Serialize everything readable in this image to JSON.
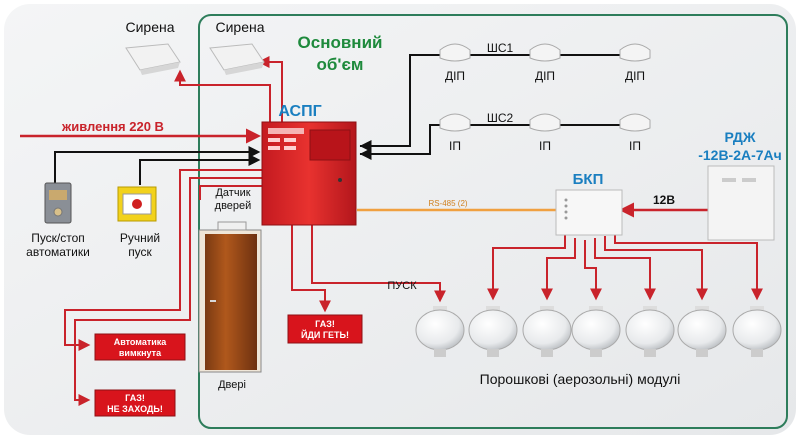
{
  "labels": {
    "siren1": "Сирена",
    "siren2": "Сирена",
    "room_title_line1": "Основний",
    "room_title_line2": "об'єм",
    "aspg": "АСПГ",
    "power": "живлення 220 В",
    "shs1": "ШС1",
    "shs2": "ШС2",
    "dip": "ДІП",
    "ip": "ІП",
    "door_sensor_line1": "Датчик",
    "door_sensor_line2": "дверей",
    "bkp": "БКП",
    "rdzh_line1": "РДЖ",
    "rdzh_line2": "-12В-2А-7Ач",
    "rs485": "RS-485 (2)",
    "v12": "12В",
    "start_stop_line1": "Пуск/стоп",
    "start_stop_line2": "автоматики",
    "manual_line1": "Ручний",
    "manual_line2": "пуск",
    "pusk": "ПУСК",
    "doors": "Двері",
    "modules": "Порошкові (аерозольні) модулі"
  },
  "signs": {
    "gas_go_out_line1": "ГАЗ!",
    "gas_go_out_line2": "ЙДИ ГЕТЬ!",
    "automation_off_line1": "Автоматика",
    "automation_off_line2": "вимкнута",
    "gas_no_entry_line1": "ГАЗ!",
    "gas_no_entry_line2": "НЕ ЗАХОДЬ!"
  },
  "colors": {
    "room_border": "#2e7d5b",
    "title_green": "#1e8a3c",
    "accent_blue": "#1a7fc0",
    "wire_red": "#c9232b",
    "panel_red": "#e0262c",
    "rs485_orange": "#f0a040"
  }
}
